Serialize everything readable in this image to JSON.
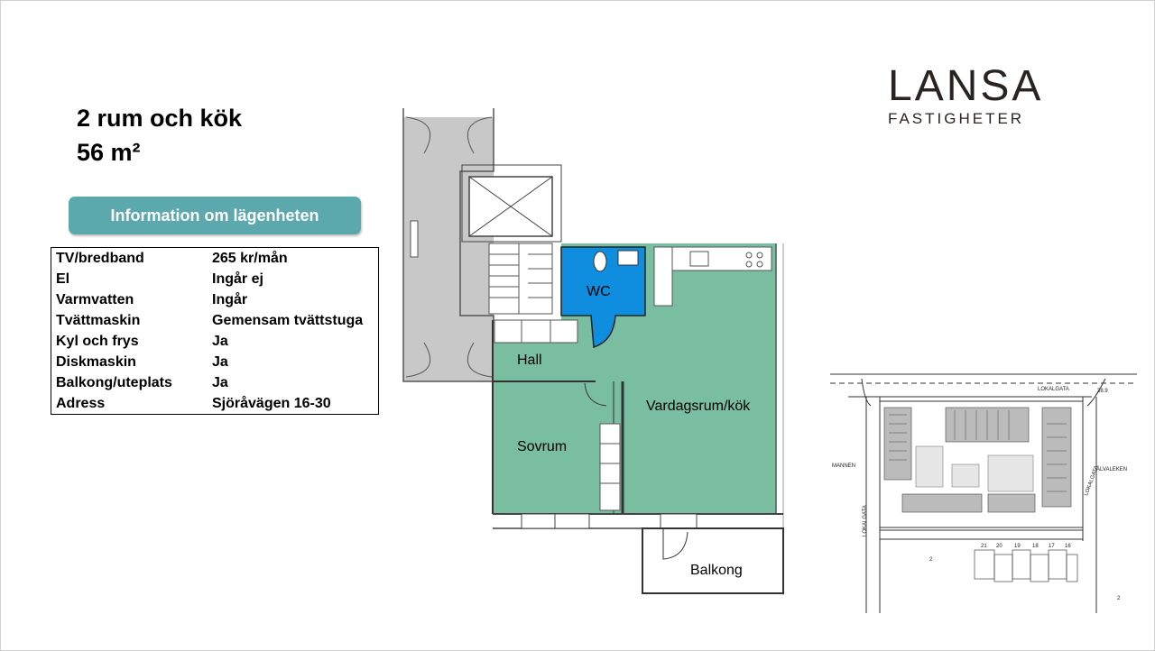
{
  "title": {
    "rooms": "2 rum och kök",
    "area": "56 m²"
  },
  "info_button": {
    "label": "Information om lägenheten"
  },
  "info_table": [
    {
      "key": "TV/bredband",
      "value": "265 kr/mån"
    },
    {
      "key": "El",
      "value": "Ingår ej"
    },
    {
      "key": "Varmvatten",
      "value": "Ingår"
    },
    {
      "key": "Tvättmaskin",
      "value": "Gemensam tvättstuga"
    },
    {
      "key": "Kyl och frys",
      "value": "Ja"
    },
    {
      "key": "Diskmaskin",
      "value": "Ja"
    },
    {
      "key": "Balkong/uteplats",
      "value": "Ja"
    },
    {
      "key": "Adress",
      "value": "Sjöråvägen 16-30"
    }
  ],
  "logo": {
    "line1": "LANSA",
    "line2": "FASTIGHETER"
  },
  "floorplan": {
    "rooms": {
      "wc": "WC",
      "hall": "Hall",
      "living": "Vardagsrum/kök",
      "bedroom": "Sovrum",
      "balcony": "Balkong"
    }
  },
  "siteplan": {
    "labels": {
      "street_top": "LOKALGATA",
      "street_left": "LOKALGATA",
      "street_right": "LOKALGATA",
      "east": "ÄLVALEKEN",
      "west": "MANNEN",
      "num_389": "38.9",
      "num_2a": "2",
      "num_2b": "2"
    },
    "house_numbers": [
      "21",
      "20",
      "19",
      "18",
      "17",
      "16"
    ]
  },
  "colors": {
    "room_green": "#79bea0",
    "wc_blue": "#0f8ee0",
    "corridor_gray": "#c8c8c8",
    "button_teal": "#5ba8ad"
  }
}
